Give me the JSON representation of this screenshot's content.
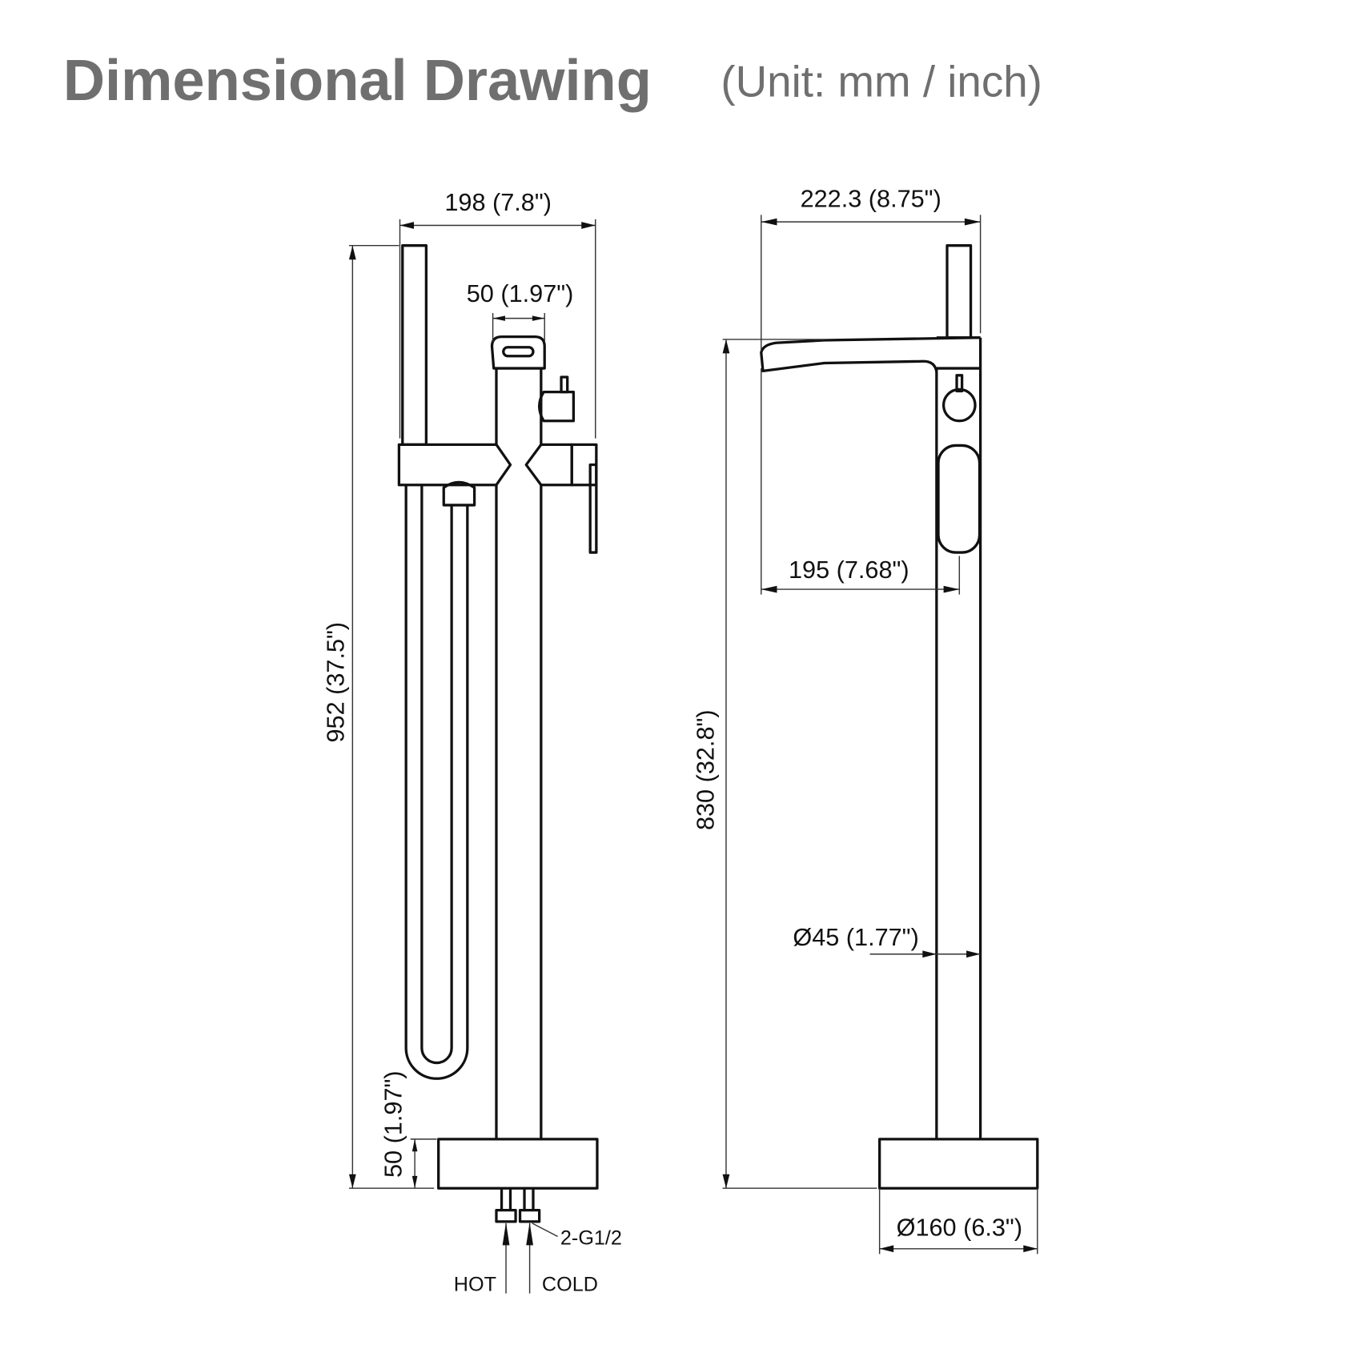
{
  "title": "Dimensional Drawing",
  "subtitle": "(Unit: mm / inch)",
  "front_view": {
    "overall_width": "198 (7.8\")",
    "spout_width": "50 (1.97\")",
    "overall_height": "952 (37.5\")",
    "base_height": "50 (1.97\")",
    "connection": "2-G1/2",
    "hot_label": "HOT",
    "cold_label": "COLD"
  },
  "side_view": {
    "overall_depth": "222.3 (8.75\")",
    "spout_reach": "195 (7.68\")",
    "spout_height": "830 (32.8\")",
    "column_diameter": "Ø45 (1.77\")",
    "base_diameter": "Ø160 (6.3\")"
  }
}
